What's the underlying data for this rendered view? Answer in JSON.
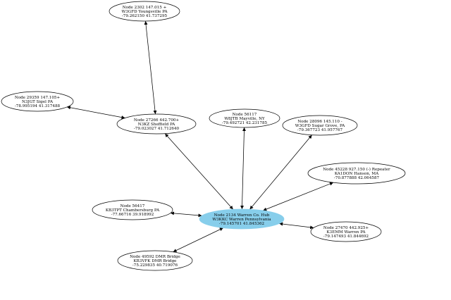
{
  "graph": {
    "hub_fill": "#87ceeb",
    "edge_color": "#000000",
    "arrowheads": "both ends",
    "nodes": [
      {
        "id": "n2302",
        "lines": [
          "Node 2302 147.015 +",
          "W3GFD Youngsville PA",
          "-79.262150 41.737295"
        ]
      },
      {
        "id": "n29359",
        "lines": [
          "Node 29359 147.105+",
          "N3JGT Sigel PA",
          "-78.995194 41.317488"
        ]
      },
      {
        "id": "n27266",
        "lines": [
          "Node 27266 442.700+",
          "N3KZ Sheffield PA",
          "-79.023027 41.712640"
        ]
      },
      {
        "id": "n56117",
        "lines": [
          "Node 56117",
          "W8JTB Mayville, NY",
          "-79.492721 42.231785"
        ]
      },
      {
        "id": "n28096",
        "lines": [
          "Node 28096 145.110 -",
          "W3GFD Sugar Grove, PA",
          "-79.367723 41.957767"
        ]
      },
      {
        "id": "n45228",
        "lines": [
          "Node 45228 927.150 (-) Repeater",
          "KA1DON Hanson, MA",
          "-70.877888 42.064587"
        ]
      },
      {
        "id": "n56417",
        "lines": [
          "Node 56417",
          "KB3TPT Chambersburg PA",
          "-77.66716 39.918992"
        ]
      },
      {
        "id": "n2134",
        "hub": true,
        "lines": [
          "Node 2134 Warren Co. Hub",
          "W3KKC Warren Pennsylvania",
          "-79.145701 41.845362"
        ]
      },
      {
        "id": "n27470",
        "lines": [
          "Node 27470 442.925+",
          "K3EMM Warren PA",
          "-79.147493 41.844692"
        ]
      },
      {
        "id": "n49592",
        "lines": [
          "Node 49592 DMR Bridge",
          "KB3VFK DMR Bridge",
          "-75.229835 40.719076"
        ]
      }
    ],
    "edges": [
      [
        "n2302",
        "n27266"
      ],
      [
        "n29359",
        "n27266"
      ],
      [
        "n27266",
        "n2134"
      ],
      [
        "n56117",
        "n2134"
      ],
      [
        "n28096",
        "n2134"
      ],
      [
        "n45228",
        "n2134"
      ],
      [
        "n56417",
        "n2134"
      ],
      [
        "n27470",
        "n2134"
      ],
      [
        "n49592",
        "n2134"
      ]
    ]
  }
}
